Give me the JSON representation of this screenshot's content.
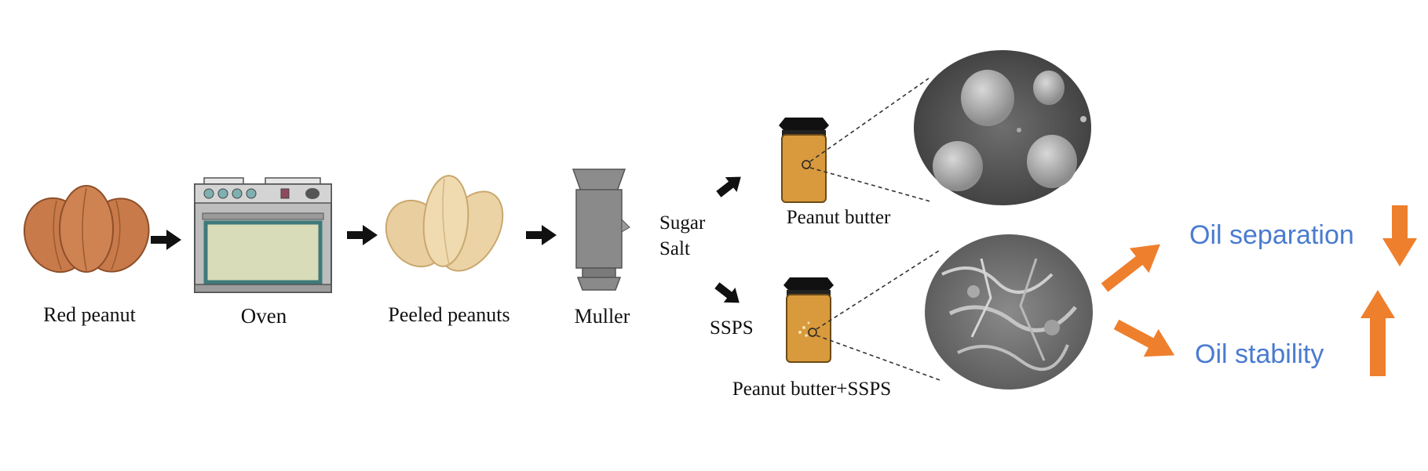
{
  "steps": {
    "red_peanut": "Red peanut",
    "oven": "Oven",
    "peeled_peanuts": "Peeled peanuts",
    "muller": "Muller"
  },
  "additives": {
    "sugar": "Sugar",
    "salt": "Salt",
    "ssps": "SSPS"
  },
  "products": {
    "peanut_butter": "Peanut butter",
    "peanut_butter_ssps": "Peanut butter+SSPS"
  },
  "outcomes": {
    "oil_separation": "Oil separation",
    "oil_stability": "Oil stability"
  },
  "colors": {
    "peanut_red": "#c87a4a",
    "peanut_peeled": "#ecd3a6",
    "jar": "#d89a3c",
    "outcome_text": "#4a7bd0",
    "outcome_arrow": "#ee7f2d",
    "micrograph": "#8a8a8a"
  },
  "icons": {
    "oil_separation_direction": "arrow-down-icon",
    "oil_stability_direction": "arrow-up-icon"
  }
}
